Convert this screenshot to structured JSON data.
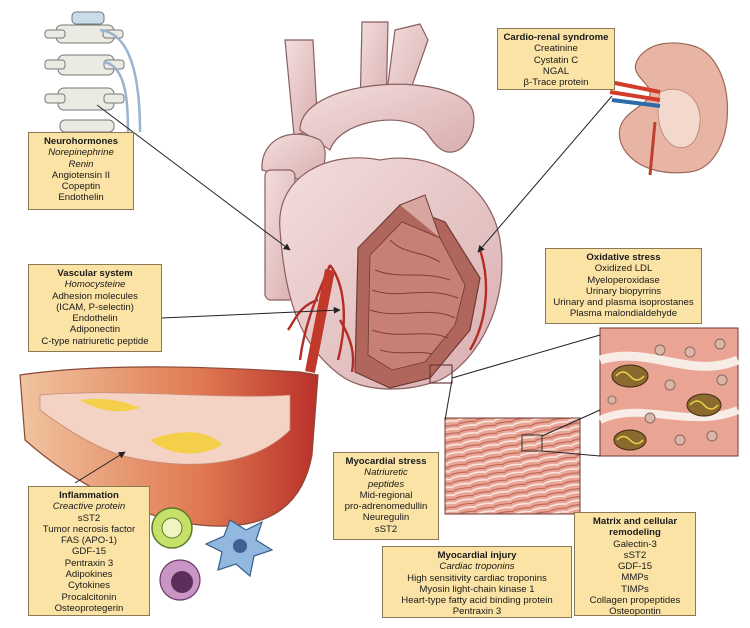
{
  "colors": {
    "box_fill": "#fbe3a6",
    "box_border": "#8a7a55",
    "heart": "#e9c9c8",
    "myocardium": "#b0665c",
    "vessel": "#c0392b",
    "plaque": "#f3cf4a",
    "kidney": "#e8b5a4",
    "spine": "#ecebe3"
  },
  "icons": [
    "spine-icon",
    "kidney-icon",
    "artery-icon",
    "monocyte-icon",
    "dendritic-cell-icon",
    "mitochondria-icon"
  ],
  "neurohormones": {
    "title": "Neurohormones",
    "items": [
      {
        "text": "Norepinephrine",
        "italic": true
      },
      {
        "text": "Renin",
        "italic": true
      },
      {
        "text": "Angiotensin II",
        "italic": false
      },
      {
        "text": "Copeptin",
        "italic": false
      },
      {
        "text": "Endothelin",
        "italic": false
      }
    ]
  },
  "cardiorenal": {
    "title": "Cardio-renal syndrome",
    "items": [
      {
        "text": "Creatinine",
        "italic": false
      },
      {
        "text": "Cystatin C",
        "italic": false
      },
      {
        "text": "NGAL",
        "italic": false
      },
      {
        "text": "β-Trace protein",
        "italic": false
      }
    ]
  },
  "vascular": {
    "title": "Vascular system",
    "items": [
      {
        "text": "Homocysteine",
        "italic": true
      },
      {
        "text": "Adhesion molecules",
        "italic": false
      },
      {
        "text": "(ICAM, P-selectin)",
        "italic": false
      },
      {
        "text": "Endothelin",
        "italic": false
      },
      {
        "text": "Adiponectin",
        "italic": false
      },
      {
        "text": "C-type natriuretic peptide",
        "italic": false
      }
    ]
  },
  "oxidative": {
    "title": "Oxidative stress",
    "items": [
      {
        "text": "Oxidized LDL",
        "italic": false
      },
      {
        "text": "Myeloperoxidase",
        "italic": false
      },
      {
        "text": "Urinary biopyrrins",
        "italic": false
      },
      {
        "text": "Urinary and plasma isoprostanes",
        "italic": false
      },
      {
        "text": "Plasma malondialdehyde",
        "italic": false
      }
    ]
  },
  "myostress": {
    "title": "Myocardial stress",
    "items": [
      {
        "text": "Natriuretic",
        "italic": true
      },
      {
        "text": "peptides",
        "italic": true
      },
      {
        "text": "Mid-regional",
        "italic": false
      },
      {
        "text": "pro-adrenomedullin",
        "italic": false
      },
      {
        "text": "Neuregulin",
        "italic": false
      },
      {
        "text": "sST2",
        "italic": false
      }
    ]
  },
  "inflammation": {
    "title": "Inflammation",
    "items": [
      {
        "text": "Creactive protein",
        "italic": true
      },
      {
        "text": "sST2",
        "italic": false
      },
      {
        "text": "Tumor necrosis factor",
        "italic": false
      },
      {
        "text": "FAS (APO-1)",
        "italic": false
      },
      {
        "text": "GDF-15",
        "italic": false
      },
      {
        "text": "Pentraxin 3",
        "italic": false
      },
      {
        "text": "Adipokines",
        "italic": false
      },
      {
        "text": "Cytokines",
        "italic": false
      },
      {
        "text": "Procalcitonin",
        "italic": false
      },
      {
        "text": "Osteoprotegerin",
        "italic": false
      }
    ]
  },
  "myoinjury": {
    "title": "Myocardial injury",
    "items": [
      {
        "text": "Cardiac troponins",
        "italic": true
      },
      {
        "text": "High sensitivity cardiac troponins",
        "italic": false
      },
      {
        "text": "Myosin light-chain kinase 1",
        "italic": false
      },
      {
        "text": "Heart-type fatty acid binding protein",
        "italic": false
      },
      {
        "text": "Pentraxin 3",
        "italic": false
      }
    ]
  },
  "matrix": {
    "title": "Matrix and cellular remodeling",
    "items": [
      {
        "text": "Galectin-3",
        "italic": false
      },
      {
        "text": "sST2",
        "italic": false
      },
      {
        "text": "GDF-15",
        "italic": false
      },
      {
        "text": "MMPs",
        "italic": false
      },
      {
        "text": "TIMPs",
        "italic": false
      },
      {
        "text": "Collagen propeptides",
        "italic": false
      },
      {
        "text": "Osteopontin",
        "italic": false
      }
    ]
  }
}
